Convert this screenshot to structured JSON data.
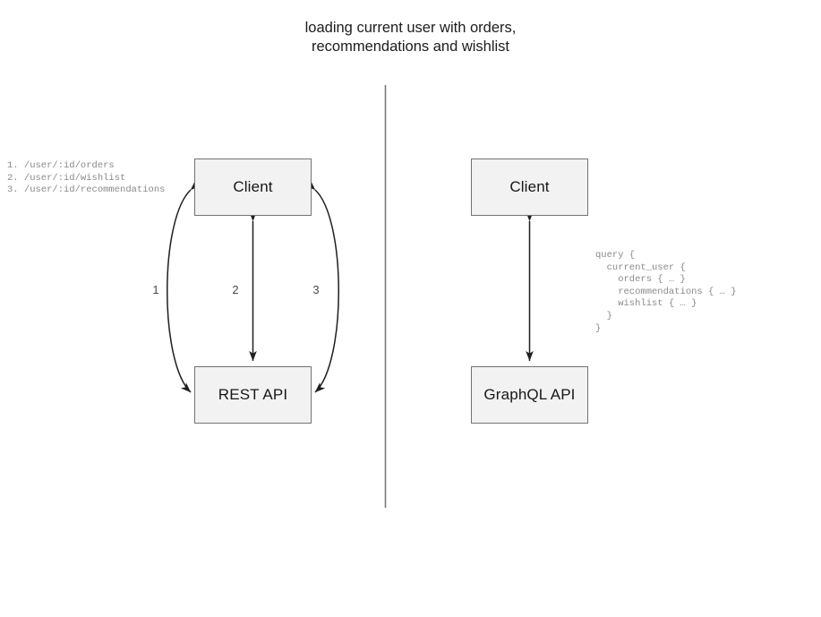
{
  "diagram": {
    "title": "loading current user with orders,\nrecommendations and wishlist",
    "divider": {
      "name": "panel-divider",
      "color": "#7a7a7a"
    },
    "left_panel": {
      "name": "rest-approach",
      "client_node": {
        "label": "Client"
      },
      "api_node": {
        "label": "REST API"
      },
      "edges": [
        {
          "id": "1",
          "label": "1",
          "style": "curved-left",
          "direction": "bidirectional"
        },
        {
          "id": "2",
          "label": "2",
          "style": "straight",
          "direction": "bidirectional"
        },
        {
          "id": "3",
          "label": "3",
          "style": "curved-right",
          "direction": "bidirectional"
        }
      ],
      "endpoint_list": "1. /user/:id/orders\n2. /user/:id/wishlist\n3. /user/:id/recommendations"
    },
    "right_panel": {
      "name": "graphql-approach",
      "client_node": {
        "label": "Client"
      },
      "api_node": {
        "label": "GraphQL API"
      },
      "edges": [
        {
          "id": "gql",
          "label": "",
          "style": "straight",
          "direction": "bidirectional"
        }
      ],
      "query": "query {\n  current_user {\n    orders { … }\n    recommendations { … }\n    wishlist { … }\n  }\n}"
    },
    "colors": {
      "node_fill": "#f2f2f2",
      "node_border": "#737373",
      "node_text": "#171717",
      "edge_stroke": "#1f1f1f",
      "code_text": "#8a8a8a",
      "label_text": "#4a4a4a",
      "background": "#ffffff"
    }
  }
}
